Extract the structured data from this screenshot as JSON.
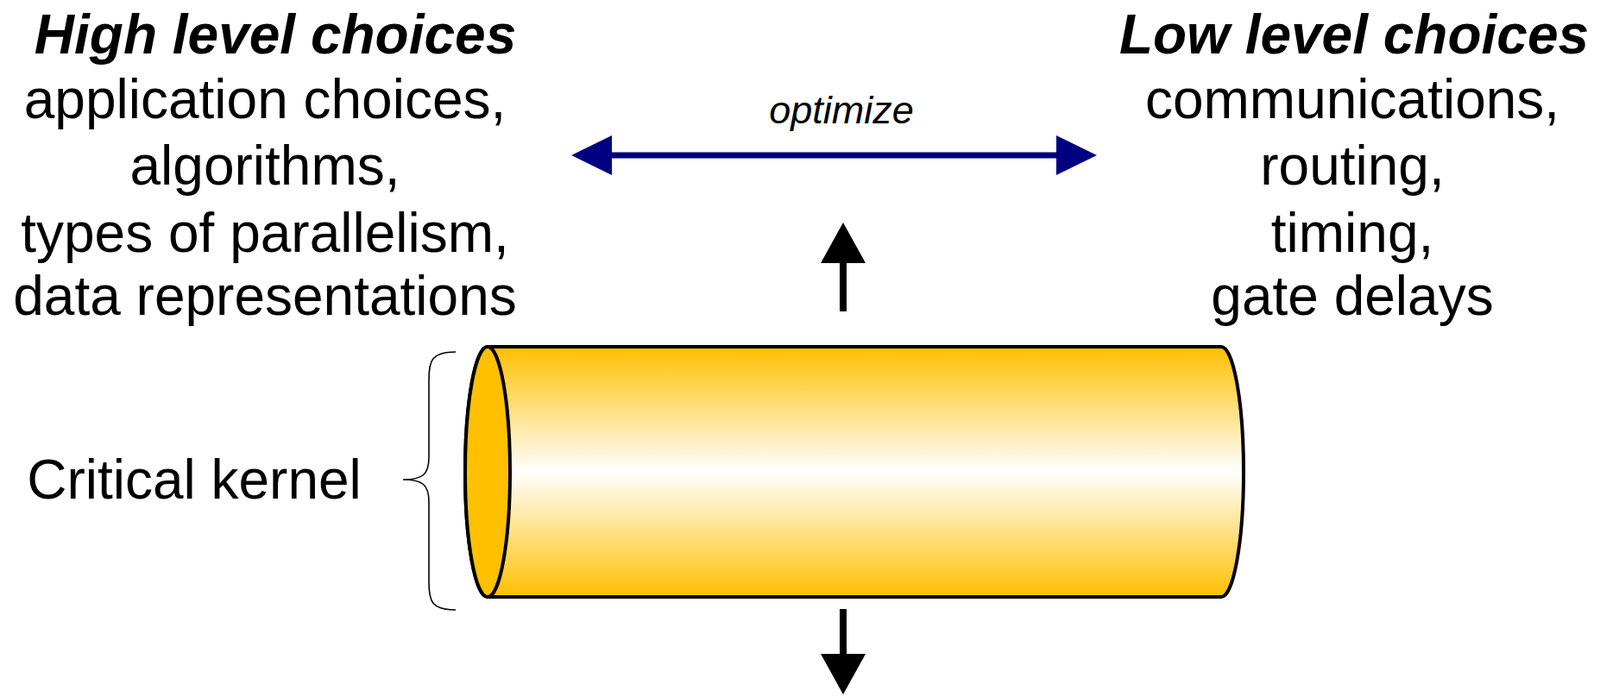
{
  "diagram": {
    "labels": [
      "High level choices",
      "application choices,",
      "algorithms,",
      "types of parallelism,",
      "data representations",
      "optimize",
      "Low level choices",
      "communications,",
      "routing,",
      "timing,",
      "gate delays",
      "Critical kernel"
    ]
  }
}
